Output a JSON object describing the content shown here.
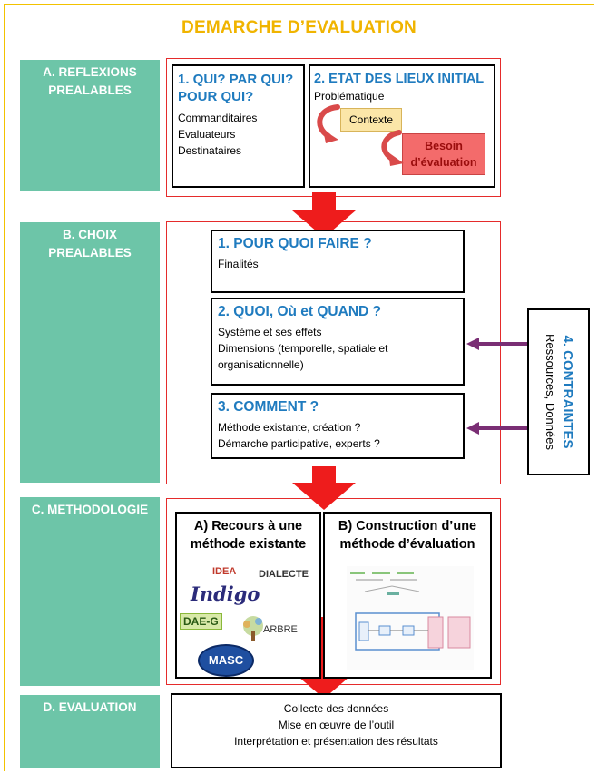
{
  "title": "DEMARCHE D’EVALUATION",
  "sections": [
    {
      "id": "A",
      "label": "A. REFLEXIONS PREALABLES"
    },
    {
      "id": "B",
      "label": "B. CHOIX PREALABLES"
    },
    {
      "id": "C",
      "label": "C. METHODOLOGIE"
    },
    {
      "id": "D",
      "label": "D. EVALUATION"
    }
  ],
  "a": {
    "qui": {
      "heading": "1. QUI? PAR QUI? POUR QUI?",
      "items": [
        "Commanditaires",
        "Evaluateurs",
        "Destinataires"
      ]
    },
    "etat": {
      "heading": "2. ETAT DES LIEUX INITIAL",
      "problematique": "Problématique",
      "contexte": "Contexte",
      "besoin": "Besoin d’évaluation"
    }
  },
  "b": {
    "q1": {
      "heading": "1. POUR QUOI FAIRE ?",
      "items": [
        "Finalités"
      ]
    },
    "q2": {
      "heading": "2. QUOI, Où et QUAND ?",
      "items": [
        "Système et ses effets",
        "Dimensions (temporelle, spatiale et organisationnelle)"
      ]
    },
    "q3": {
      "heading": "3. COMMENT ?",
      "items": [
        "Méthode existante, création ?",
        "Démarche participative, experts ?"
      ]
    }
  },
  "contraintes": {
    "heading": "4. CONTRAINTES",
    "sub": "Ressources, Données"
  },
  "c": {
    "a": {
      "heading": "A) Recours à une méthode existante",
      "logos": [
        "IDEA",
        "DIALECTE",
        "Indigo",
        "DAE-G",
        "ARBRE",
        "MASC"
      ]
    },
    "b": {
      "heading": "B) Construction d’une méthode d’évaluation"
    }
  },
  "d": {
    "items": [
      "Collecte des données",
      "Mise en œuvre de l’outil",
      "Interprétation et présentation des résultats"
    ]
  },
  "colors": {
    "title": "#f0b400",
    "side": "#6dc5a8",
    "heading": "#1f7bbf",
    "red": "#e52b2b",
    "arrow_purple": "#7a2e74"
  }
}
